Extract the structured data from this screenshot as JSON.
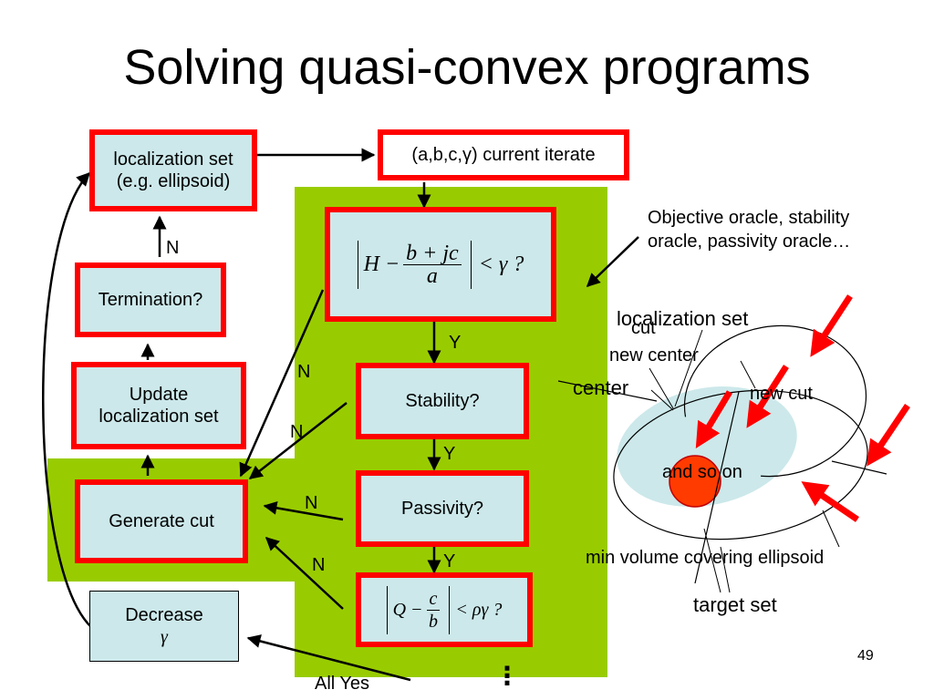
{
  "title": "Solving quasi-convex programs",
  "page_number": "49",
  "flow": {
    "localization_set": [
      "localization set",
      "(e.g. ellipsoid)"
    ],
    "current_iterate": "(a,b,c,γ) current iterate",
    "termination": "Termination?",
    "update": [
      "Update",
      "localization set"
    ],
    "generate_cut": "Generate cut",
    "decrease": [
      "Decrease",
      "γ"
    ],
    "stability": "Stability?",
    "passivity": "Passivity?",
    "cond1": {
      "lhs": "H −",
      "num": "b + jc",
      "den": "a",
      "rhs": "< γ ?"
    },
    "cond2": {
      "lhs": "Q −",
      "num": "c",
      "den": "b",
      "rhs": "< ργ ?"
    },
    "labels": {
      "n": "N",
      "y": "Y",
      "all_yes": "All Yes",
      "dots": "⋮"
    }
  },
  "oracle_note": [
    "Objective oracle, stability",
    "oracle, passivity oracle…"
  ],
  "illustration": {
    "localization_set": "localization set",
    "cut": "cut",
    "new_center": "new center",
    "center": "center",
    "new_cut": "new cut",
    "and_so_on": "and so on",
    "min_volume": "min volume covering ellipsoid",
    "target_set": "target set"
  },
  "colors": {
    "accent": "#ff0000",
    "panel": "#99cc00",
    "box_fill": "#cce8ea"
  }
}
